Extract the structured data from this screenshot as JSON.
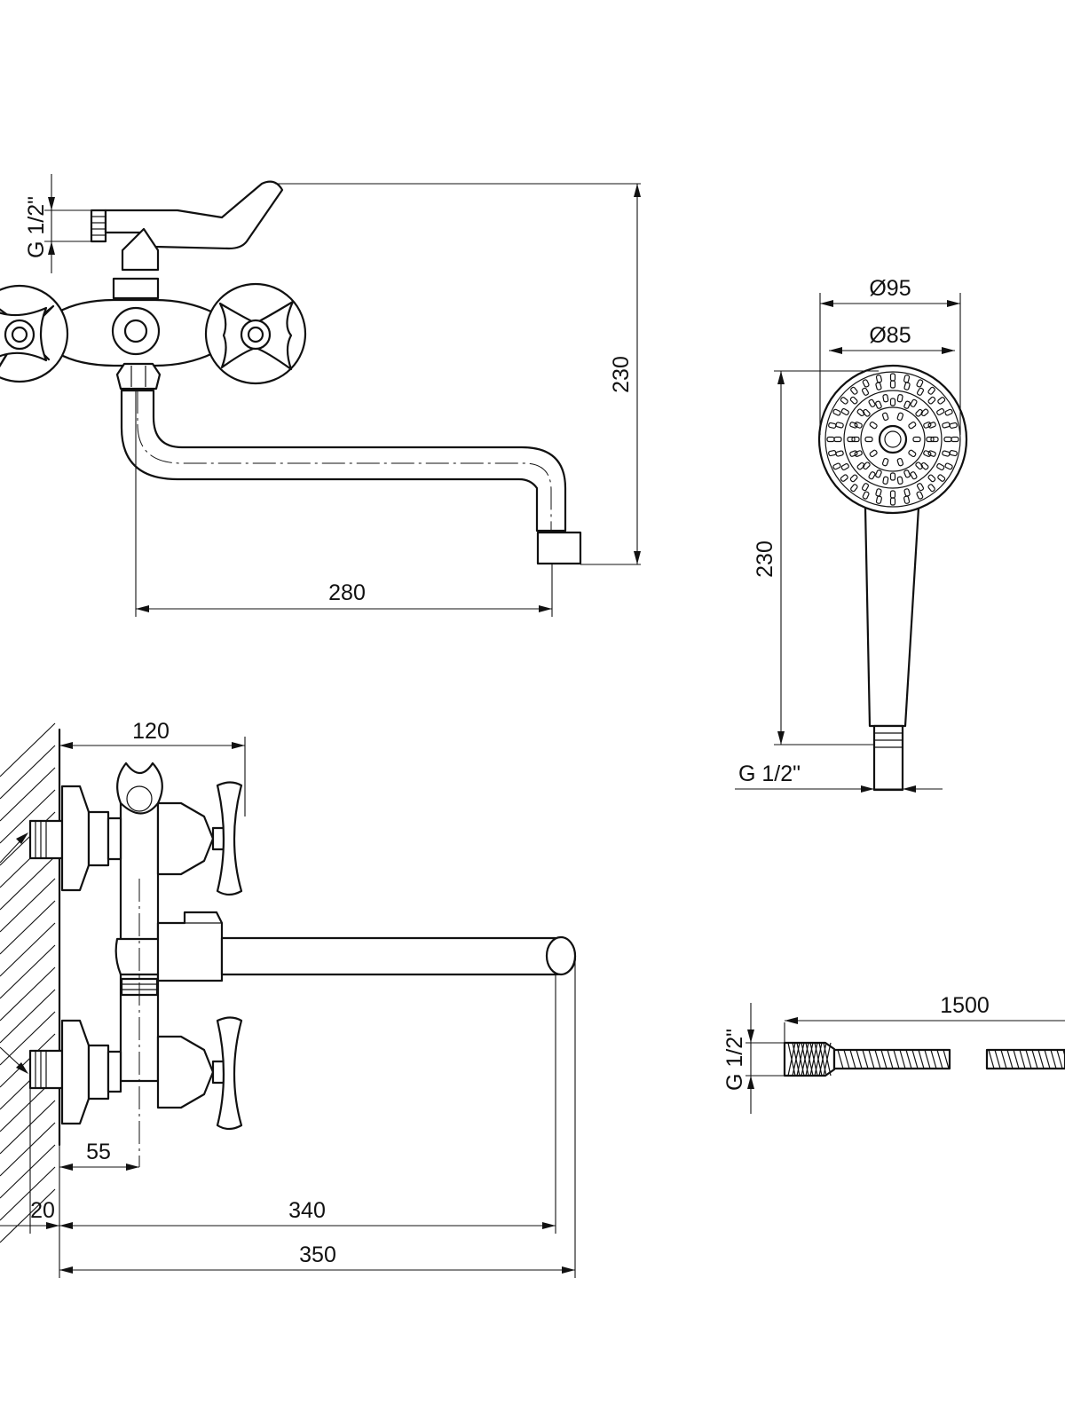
{
  "dimensions": {
    "top_thread": "G 1/2\"",
    "top_height": "230",
    "top_spout_reach": "280",
    "head_outer_diameter": "Ø95",
    "head_inner_diameter": "Ø85",
    "shower_length": "230",
    "shower_thread": "G 1/2\"",
    "front_width": "120",
    "front_offset": "55",
    "front_left": "20",
    "front_reach": "340",
    "front_total": "350",
    "hose_length": "1500",
    "hose_thread": "G 1/2\""
  }
}
